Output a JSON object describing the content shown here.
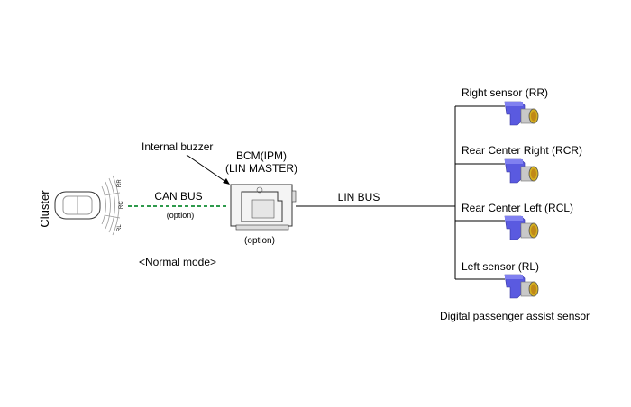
{
  "cluster": {
    "label": "Cluster",
    "zones": [
      "RR",
      "RC",
      "RL"
    ]
  },
  "can_bus": {
    "label": "CAN BUS",
    "note": "(option)",
    "color": "#2e9a4c"
  },
  "buzzer": {
    "label": "Internal buzzer"
  },
  "bcm": {
    "title": "BCM(IPM)",
    "subtitle": "(LIN MASTER)",
    "note": "(option)"
  },
  "lin_bus": {
    "label": "LIN BUS"
  },
  "mode": {
    "label": "<Normal mode>"
  },
  "sensors": [
    {
      "label": "Right sensor (RR)"
    },
    {
      "label": "Rear Center Right (RCR)"
    },
    {
      "label": "Rear Center Left (RCL)"
    },
    {
      "label": "Left sensor (RL)"
    }
  ],
  "sensor_group": {
    "label": "Digital passenger assist sensor"
  },
  "colors": {
    "sensor_body": "#5a5ae0",
    "sensor_cap": "#c8c8c8",
    "sensor_lens": "#d4b020"
  }
}
